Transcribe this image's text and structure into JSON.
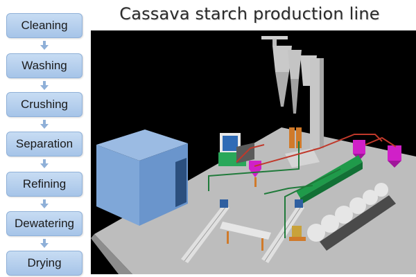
{
  "title": "Cassava starch production line",
  "steps": [
    "Cleaning",
    "Washing",
    "Crushing",
    "Separation",
    "Refining",
    "Dewatering",
    "Drying"
  ],
  "colors": {
    "step_fill": "#b6cfee",
    "arrow": "#8fb0d8",
    "scene_bg": "#000000",
    "floor": "#bdbdbd",
    "building": "#7fa7d8",
    "pipe_green": "#1f7a3a",
    "pipe_red": "#c0392b",
    "tank_magenta": "#d020c8"
  },
  "illustration": "cassava-starch-plant-3d-render"
}
